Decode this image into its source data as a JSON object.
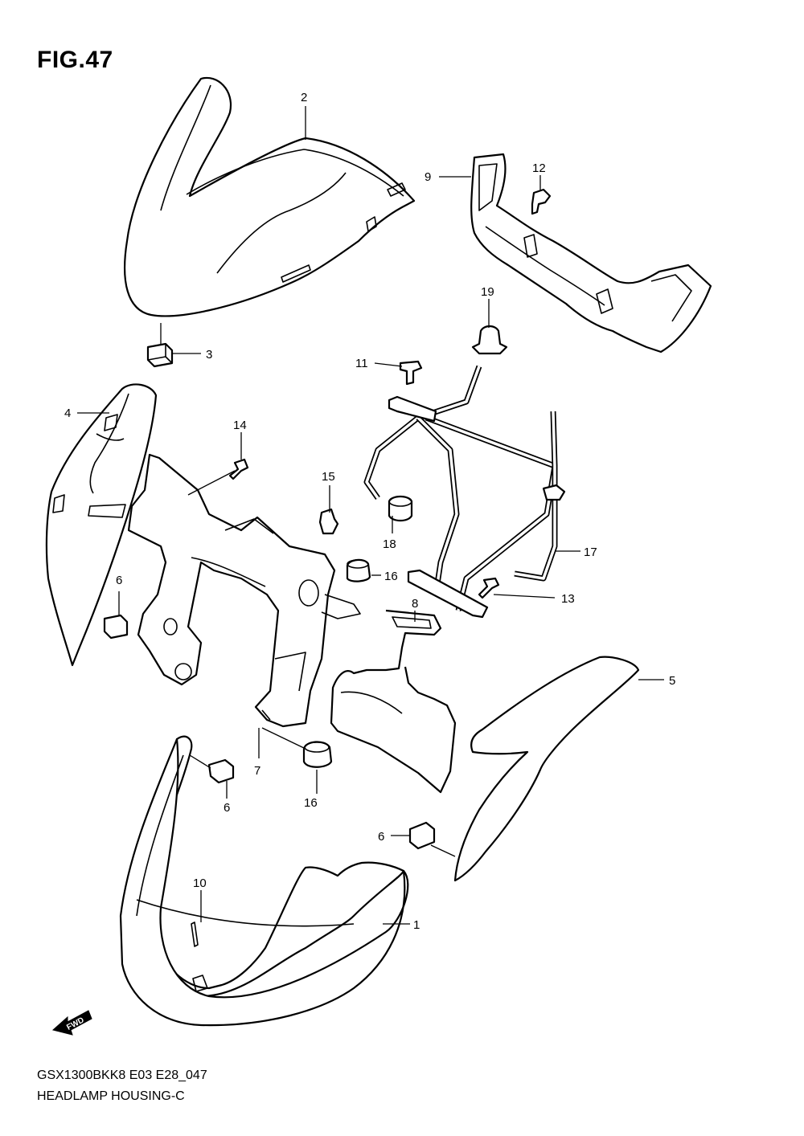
{
  "figure": {
    "title": "FIG.47",
    "code": "GSX1300BKK8 E03 E28_047",
    "name": "HEADLAMP HOUSING-C"
  },
  "fwd_label": "FWD",
  "callouts": {
    "c1": "1",
    "c2": "2",
    "c3": "3",
    "c4": "4",
    "c5": "5",
    "c6a": "6",
    "c6b": "6",
    "c6c": "6",
    "c7": "7",
    "c8": "8",
    "c9": "9",
    "c10": "10",
    "c11": "11",
    "c12": "12",
    "c13": "13",
    "c14": "14",
    "c15": "15",
    "c16a": "16",
    "c16b": "16",
    "c17": "17",
    "c18": "18",
    "c19": "19"
  }
}
